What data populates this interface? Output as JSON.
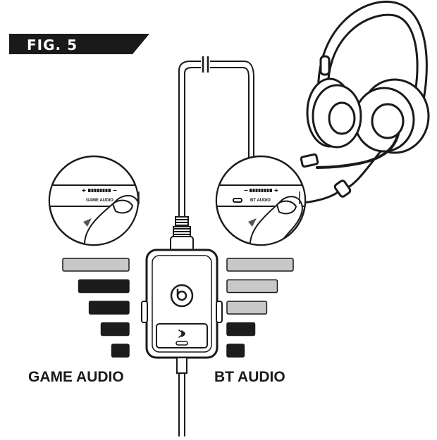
{
  "figure": {
    "label": "FIG. 5"
  },
  "labels": {
    "game_audio": "GAME AUDIO",
    "bt_audio": "BT AUDIO"
  },
  "dials": {
    "left": {
      "caption": "GAME AUDIO",
      "minus": "−",
      "plus": "+"
    },
    "right": {
      "caption": "BT AUDIO",
      "minus": "−",
      "plus": "+"
    }
  },
  "icons": {
    "bluetooth_button": "bluetooth-icon",
    "power_button": "power-icon",
    "headset": "headset-icon"
  },
  "volume_bars": {
    "game_audio": [
      {
        "level": 1.0,
        "style": "light"
      },
      {
        "level": 0.76,
        "style": "dark"
      },
      {
        "level": 0.6,
        "style": "dark"
      },
      {
        "level": 0.42,
        "style": "dark"
      },
      {
        "level": 0.26,
        "style": "dark"
      }
    ],
    "bt_audio": [
      {
        "level": 1.0,
        "style": "light"
      },
      {
        "level": 0.76,
        "style": "light"
      },
      {
        "level": 0.6,
        "style": "light"
      },
      {
        "level": 0.42,
        "style": "dark"
      },
      {
        "level": 0.26,
        "style": "dark"
      }
    ]
  },
  "colors": {
    "dark_bar": "#1c1c1c",
    "light_bar": "#c8c8c8",
    "line": "#1a1a1a",
    "label_bg": "#1a1a1a"
  }
}
